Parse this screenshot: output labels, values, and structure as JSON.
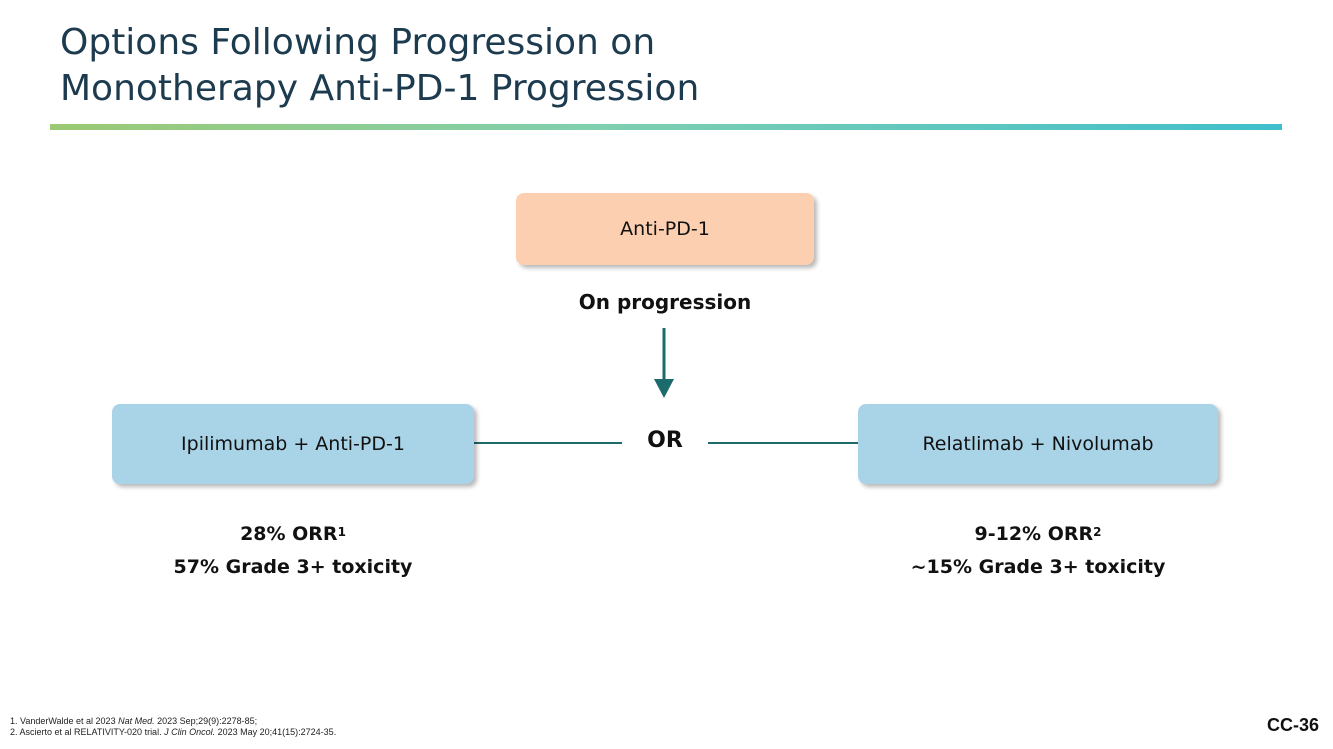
{
  "title": {
    "line1": "Options Following Progression on",
    "line2": "Monotherapy Anti-PD-1 Progression"
  },
  "top_box": {
    "label": "Anti-PD-1"
  },
  "progression_label": "On progression",
  "or_label": "OR",
  "left_option": {
    "label": "Ipilimumab + Anti-PD-1",
    "orr": "28% ORR",
    "orr_ref": "1",
    "toxicity": "57% Grade 3+ toxicity"
  },
  "right_option": {
    "label": "Relatlimab + Nivolumab",
    "orr": "9-12% ORR",
    "orr_ref": "2",
    "toxicity": "~15% Grade 3+ toxicity"
  },
  "footnotes": {
    "ref1_prefix": "1. VanderWalde et al 2023 ",
    "ref1_journal": "Nat Med.",
    "ref1_suffix": " 2023 Sep;29(9):2278-85;",
    "ref2_prefix": "2. Ascierto et al RELATIVITY-020 trial. ",
    "ref2_journal": "J Clin Oncol.",
    "ref2_suffix": " 2023 May 20;41(15):2724-35."
  },
  "slide_number": "CC-36",
  "colors": {
    "title": "#1d3b4f",
    "top_box": "#fbcfb0",
    "option_box": "#a9d3e6",
    "connector": "#1e6b6e"
  }
}
